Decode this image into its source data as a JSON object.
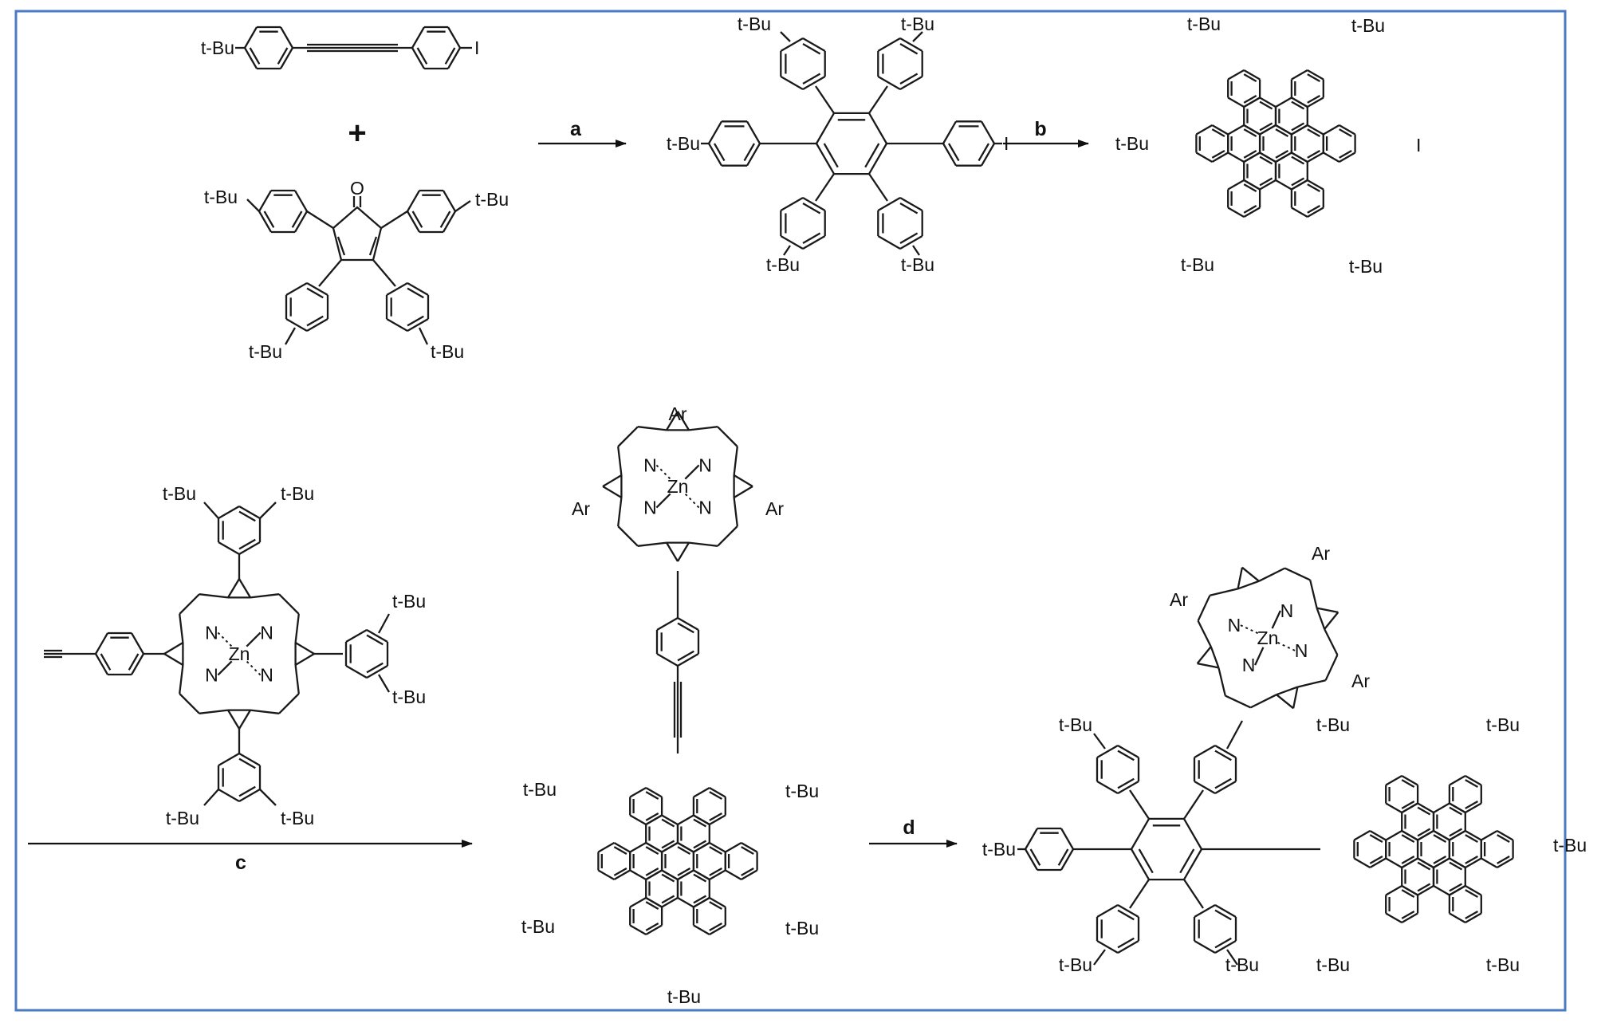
{
  "scheme": {
    "border_color": "#4a7ac4",
    "steps": {
      "a": "a",
      "b": "b",
      "c": "c",
      "d": "d"
    },
    "plus": "+",
    "substituents": {
      "tbu": "t-Bu",
      "iodo": "I",
      "aryl": "Ar",
      "oxo": "O",
      "nitrogen": "N",
      "zinc": "Zn"
    }
  }
}
